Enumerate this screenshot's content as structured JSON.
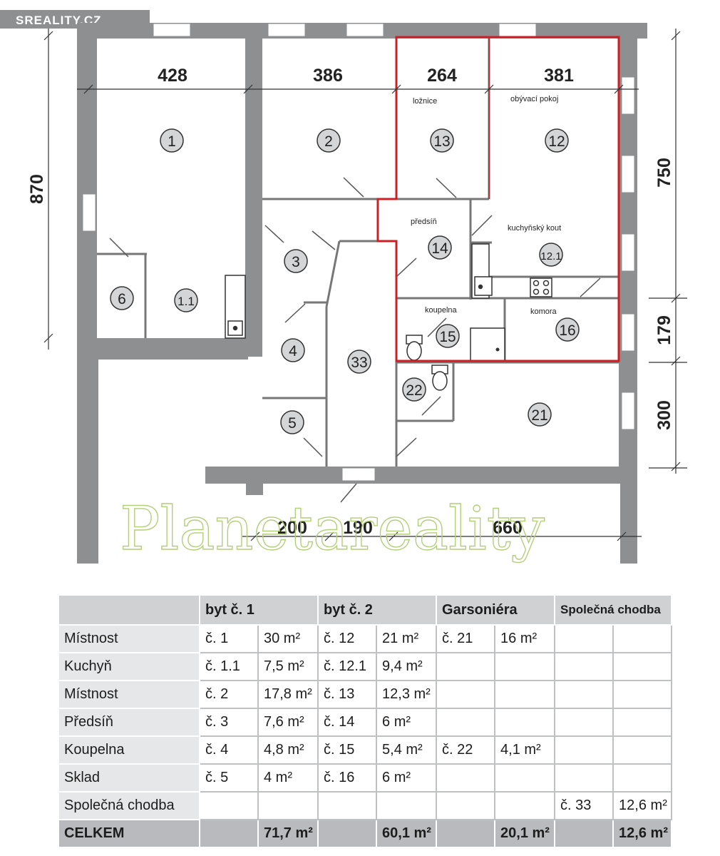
{
  "brand": "SREALITY.CZ",
  "watermark": "Planetareality",
  "dimensions": {
    "top": [
      "428",
      "386",
      "264",
      "381"
    ],
    "left": "870",
    "right": [
      "750",
      "179",
      "300"
    ],
    "bottom": [
      "200",
      "190",
      "660"
    ]
  },
  "rooms": [
    "1",
    "1.1",
    "2",
    "3",
    "4",
    "5",
    "6",
    "12",
    "12.1",
    "13",
    "14",
    "15",
    "16",
    "21",
    "22",
    "33"
  ],
  "room_labels": {
    "loznice": "ložnice",
    "obyvaci": "obývací pokoj",
    "predsin": "předsíň",
    "kuchynsky": "kuchyňský kout",
    "koupelna": "koupelna",
    "komora": "komora"
  },
  "table": {
    "headers": [
      "",
      "byt č. 1",
      "byt č. 2",
      "Garsoniéra",
      "Společná chodba"
    ],
    "rows": [
      {
        "label": "Místnost",
        "cells": [
          "č. 1",
          "30 m²",
          "č. 12",
          "21 m²",
          "č. 21",
          "16 m²",
          "",
          ""
        ]
      },
      {
        "label": "Kuchyň",
        "cells": [
          "č. 1.1",
          "7,5 m²",
          "č. 12.1",
          "9,4 m²",
          "",
          "",
          "",
          ""
        ]
      },
      {
        "label": "Místnost",
        "cells": [
          "č. 2",
          "17,8 m²",
          "č. 13",
          "12,3 m²",
          "",
          "",
          "",
          ""
        ]
      },
      {
        "label": "Předsíň",
        "cells": [
          "č. 3",
          "7,6 m²",
          "č. 14",
          "6 m²",
          "",
          "",
          "",
          ""
        ]
      },
      {
        "label": "Koupelna",
        "cells": [
          "č. 4",
          "4,8 m²",
          "č. 15",
          "5,4 m²",
          "č. 22",
          "4,1 m²",
          "",
          ""
        ]
      },
      {
        "label": "Sklad",
        "cells": [
          "č. 5",
          "4 m²",
          "č. 16",
          "6 m²",
          "",
          "",
          "",
          ""
        ]
      },
      {
        "label": "Společná chodba",
        "cells": [
          "",
          "",
          "",
          "",
          "",
          "",
          "č. 33",
          "12,6 m²"
        ]
      }
    ],
    "total": {
      "label": "CELKEM",
      "cells": [
        "",
        "71,7 m²",
        "",
        "60,1 m²",
        "",
        "20,1 m²",
        "",
        "12,6 m²"
      ]
    }
  },
  "colors": {
    "wall": "#8d8f91",
    "highlight": "#cc2027",
    "header": "#cfd1d3",
    "total": "#b8babd",
    "watermark": "#b4cf7a"
  }
}
